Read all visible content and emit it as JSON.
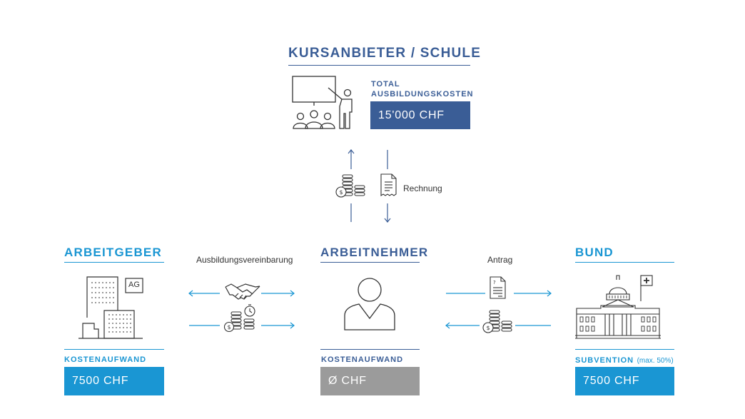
{
  "provider": {
    "title": "KURSANBIETER / SCHULE",
    "cost_label_line1": "TOTAL",
    "cost_label_line2": "AUSBILDUNGSKOSTEN",
    "cost_value": "15'000 CHF",
    "icon": "presentation-icon"
  },
  "flow_center": {
    "invoice_label": "Rechnung",
    "icons": [
      "coins-icon",
      "invoice-icon"
    ]
  },
  "employer": {
    "title": "ARBEITGEBER",
    "icon_label": "AG",
    "cost_label": "KOSTENAUFWAND",
    "cost_value": "7500 CHF",
    "icon": "office-buildings-icon"
  },
  "agreement": {
    "label": "Ausbildungsvereinbarung",
    "icons": [
      "handshake-icon",
      "coins-clock-icon"
    ]
  },
  "employee": {
    "title": "ARBEITNEHMER",
    "cost_label": "KOSTENAUFWAND",
    "cost_value": "Ø CHF",
    "icon": "person-icon"
  },
  "application": {
    "label": "Antrag",
    "icons": [
      "document-icon",
      "coins-icon"
    ]
  },
  "federal": {
    "title": "BUND",
    "subsidy_label": "SUBVENTION",
    "subsidy_note": "(max. 50%)",
    "subsidy_value": "7500 CHF",
    "icon": "federal-palace-icon"
  },
  "colors": {
    "dark_blue": "#3a5d96",
    "light_blue": "#1a96d3",
    "grey": "#9b9b9b"
  }
}
